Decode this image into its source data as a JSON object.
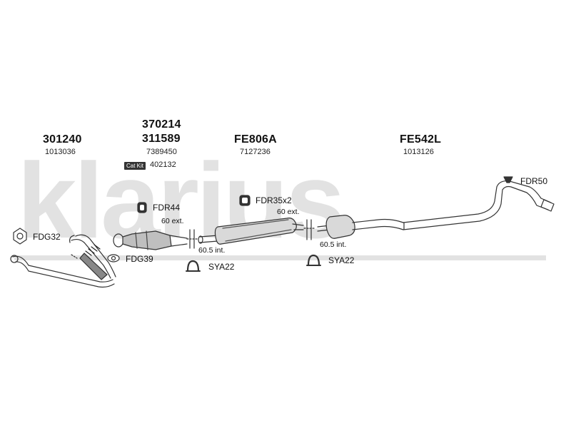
{
  "watermark": {
    "text": "klarius"
  },
  "parts": [
    {
      "id": "p1",
      "number": "301240",
      "reference": "1013036"
    },
    {
      "id": "p2",
      "numbers": [
        "370214",
        "311589"
      ],
      "reference": "7389450"
    },
    {
      "id": "p3",
      "number": "FE806A",
      "reference": "7127236"
    },
    {
      "id": "p4",
      "number": "FE542L",
      "reference": "1013126"
    }
  ],
  "cat_kit": {
    "badge": "Cat Kit",
    "code": "402132"
  },
  "accessories": {
    "fdg32": "FDG32",
    "fdr44": "FDR44",
    "fdg39": "FDG39",
    "fdr35": "FDR35x2",
    "fdr50": "FDR50",
    "sya22_a": "SYA22",
    "sya22_b": "SYA22"
  },
  "notes": {
    "ext_a": "60 ext.",
    "int_a": "60.5 int.",
    "ext_b": "60 ext.",
    "int_b": "60.5 int."
  },
  "colors": {
    "watermark": "#e2e2e2",
    "line": "#333333",
    "text": "#111111"
  }
}
